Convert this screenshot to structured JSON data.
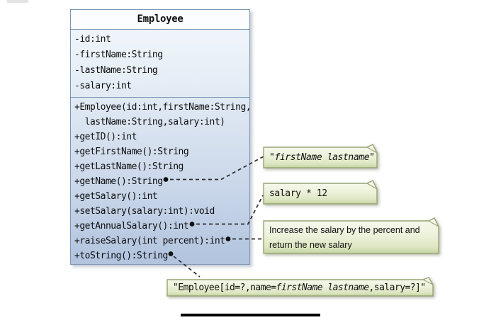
{
  "class_box": {
    "name": "Employee",
    "attributes": [
      "-id:int",
      "-firstName:String",
      "-lastName:String",
      "-salary:int"
    ],
    "methods": [
      "+Employee(id:int,firstName:String,",
      "  lastName:String,salary:int)",
      "+getID():int",
      "+getFirstName():String",
      "+getLastName():String",
      "+getName():String",
      "+getSalary():int",
      "+setSalary(salary:int):void",
      "+getAnnualSalary():int",
      "+raiseSalary(int percent):int",
      "+toString():String"
    ]
  },
  "notes": [
    {
      "prefix": "\"",
      "italic": "firstName lastname",
      "suffix": "\""
    },
    {
      "text": "salary * 12"
    },
    {
      "text": "Increase the salary by the percent and return the new salary"
    },
    {
      "prefix": "\"Employee[id=?,name=",
      "italic": "firstName lastname",
      "suffix": ",salary=?]\""
    }
  ],
  "colors": {
    "class_border": "#7e96b5",
    "class_fill_top": "#f4f8fc",
    "class_fill_bottom": "#b1c3de",
    "header_fill": "#fcfdff",
    "note_border": "#98a674",
    "note_fill_top": "#f8faf0",
    "note_fill_bottom": "#c6d3a2",
    "connector": "#2b2b2b",
    "text": "#0e0e0e"
  }
}
